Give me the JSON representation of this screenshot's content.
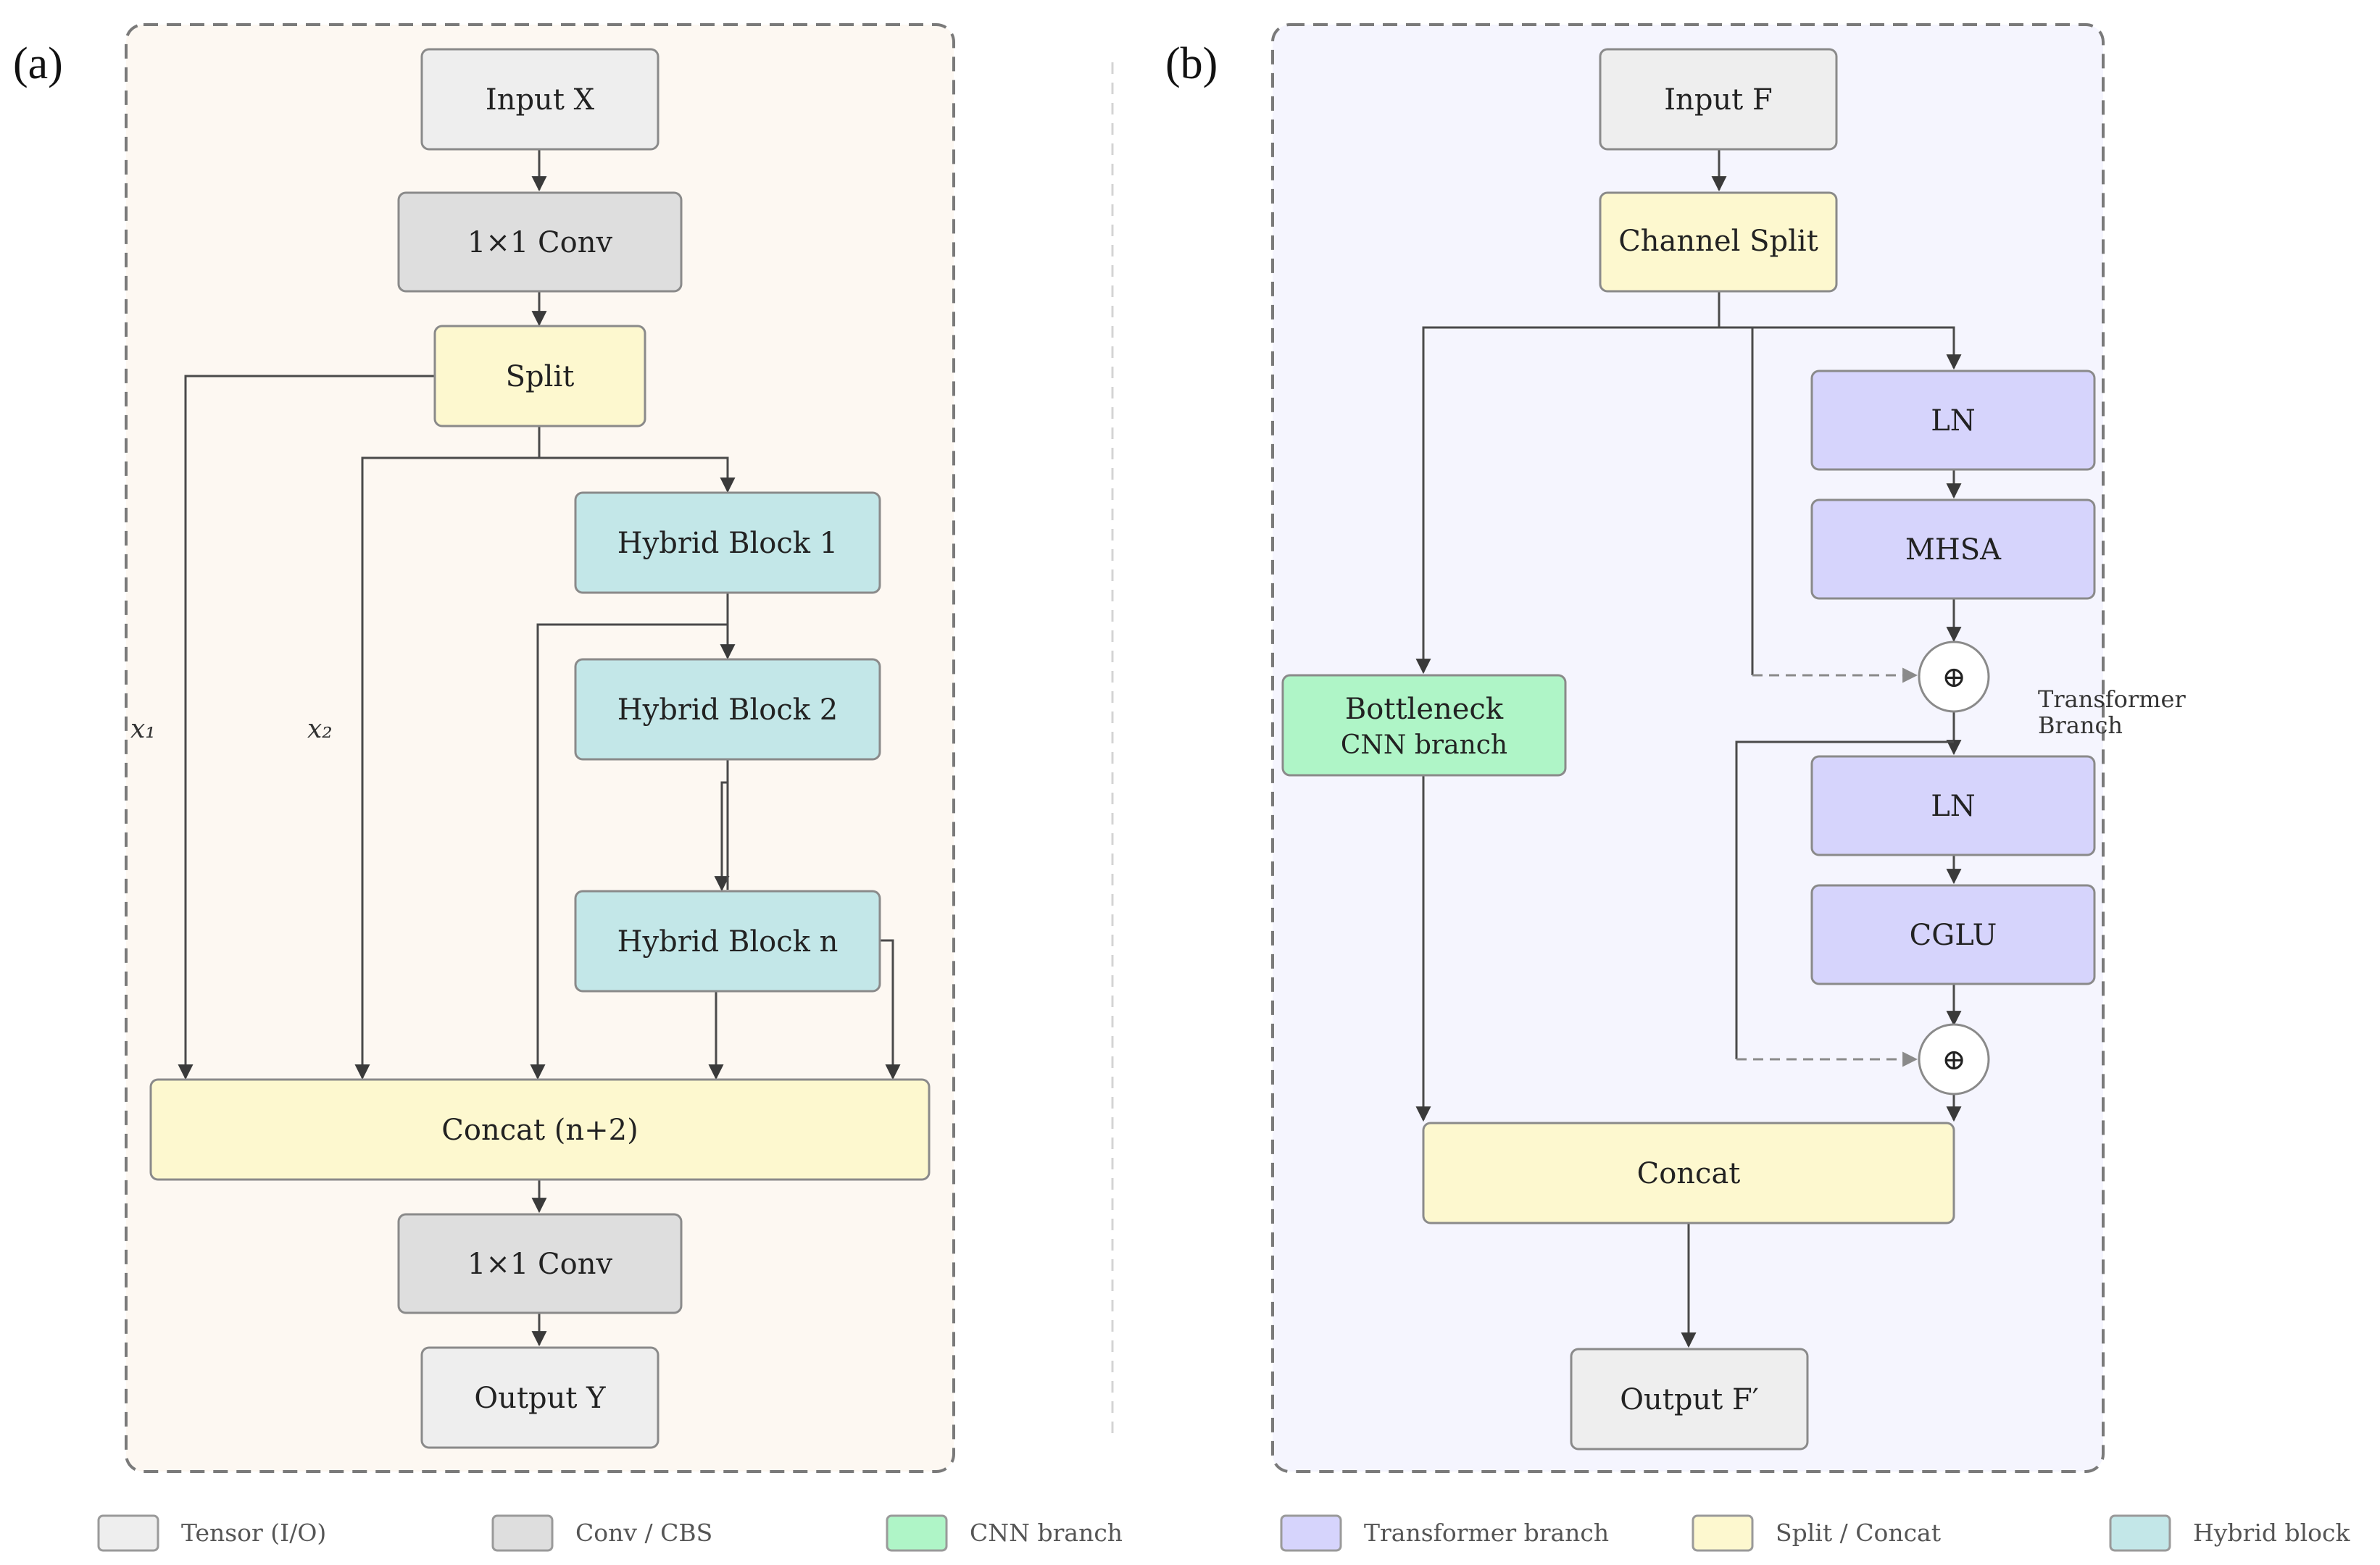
{
  "colors": {
    "tensor": "#eeeeee",
    "conv": "#dedede",
    "cnn": "#aff5c7",
    "transformer": "#d6d4fc",
    "split_concat": "#fdf8cf",
    "hybrid": "#c3e7e8",
    "panel_a_bg": "#fdf8f2",
    "panel_b_bg": "#f5f5fe"
  },
  "panel_a": {
    "label": "(a)",
    "input": "Input X",
    "conv1": "1×1 Conv",
    "split": "Split",
    "hybrid1": "Hybrid Block 1",
    "hybrid2": "Hybrid Block 2",
    "hybridn": "Hybrid Block n",
    "concat": "Concat (n+2)",
    "conv2": "1×1 Conv",
    "output": "Output Y",
    "x1_label": "x₁",
    "x2_label": "x₂"
  },
  "panel_b": {
    "label": "(b)",
    "input": "Input F",
    "channel_split": "Channel Split",
    "ln1": "LN",
    "mhsa": "MHSA",
    "bottleneck_line1": "Bottleneck",
    "bottleneck_line2": "CNN branch",
    "transformer_line1": "Transformer",
    "transformer_line2": "Branch",
    "ln2": "LN",
    "cglu": "CGLU",
    "concat": "Concat",
    "output": "Output F′",
    "add_symbol": "⊕"
  },
  "legend": [
    {
      "label": "Tensor (I/O)",
      "color": "#eeeeee",
      "icon": "tensor-swatch"
    },
    {
      "label": "Conv / CBS",
      "color": "#dedede",
      "icon": "conv-swatch"
    },
    {
      "label": "CNN branch",
      "color": "#aff5c7",
      "icon": "cnn-swatch"
    },
    {
      "label": "Transformer branch",
      "color": "#d6d4fc",
      "icon": "transformer-swatch"
    },
    {
      "label": "Split / Concat",
      "color": "#fdf8cf",
      "icon": "split-concat-swatch"
    },
    {
      "label": "Hybrid block",
      "color": "#c3e7e8",
      "icon": "hybrid-swatch"
    }
  ]
}
